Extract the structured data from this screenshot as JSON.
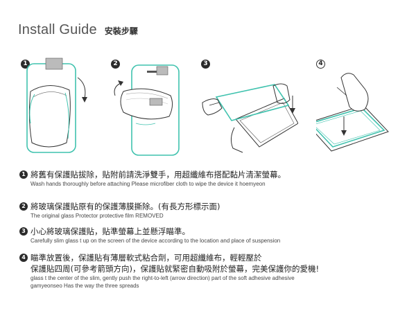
{
  "header": {
    "title_en": "Install Guide",
    "title_cn": "安裝步驟"
  },
  "figures": [
    {
      "number": "1"
    },
    {
      "number": "2"
    },
    {
      "number": "3"
    },
    {
      "number": "4"
    }
  ],
  "steps": [
    {
      "number": "1",
      "cn": "將舊有保護貼拔除，貼附前請洗淨雙手，用超纖維布搭配黏片清潔螢幕。",
      "en": "Wash hands thoroughly before attaching Please microfiber cloth to wipe the device it hoemyeon"
    },
    {
      "number": "2",
      "cn": "將玻璃保護貼原有的保護薄膜撕除。(有長方形標示面)",
      "en": "The original glass Protector protective film REMOVED"
    },
    {
      "number": "3",
      "cn": "小心將玻璃保護貼，貼準螢幕上並懸浮瞄準。",
      "en": "Carefully slim glass t up on the screen of the device according to the location and place of suspension"
    },
    {
      "number": "4",
      "cn": "瞄準放置後，保護貼有薄層軟式粘合劑，可用超纖維布，輕輕壓於",
      "cn2": "保護貼四周(可參考箭頭方向)，保護貼就緊密自動吸附於螢幕，完美保護你的愛機!",
      "en": "glass t the center of the slim, gently push the right-to-left (arrow direction) part of the soft adhesive adhesive",
      "en2": "gamyeonseo Has the way the three spreads"
    }
  ],
  "colors": {
    "glass_outline": "#3fc2ae",
    "device_outline": "#333333",
    "badge": "#2b2b2b"
  }
}
